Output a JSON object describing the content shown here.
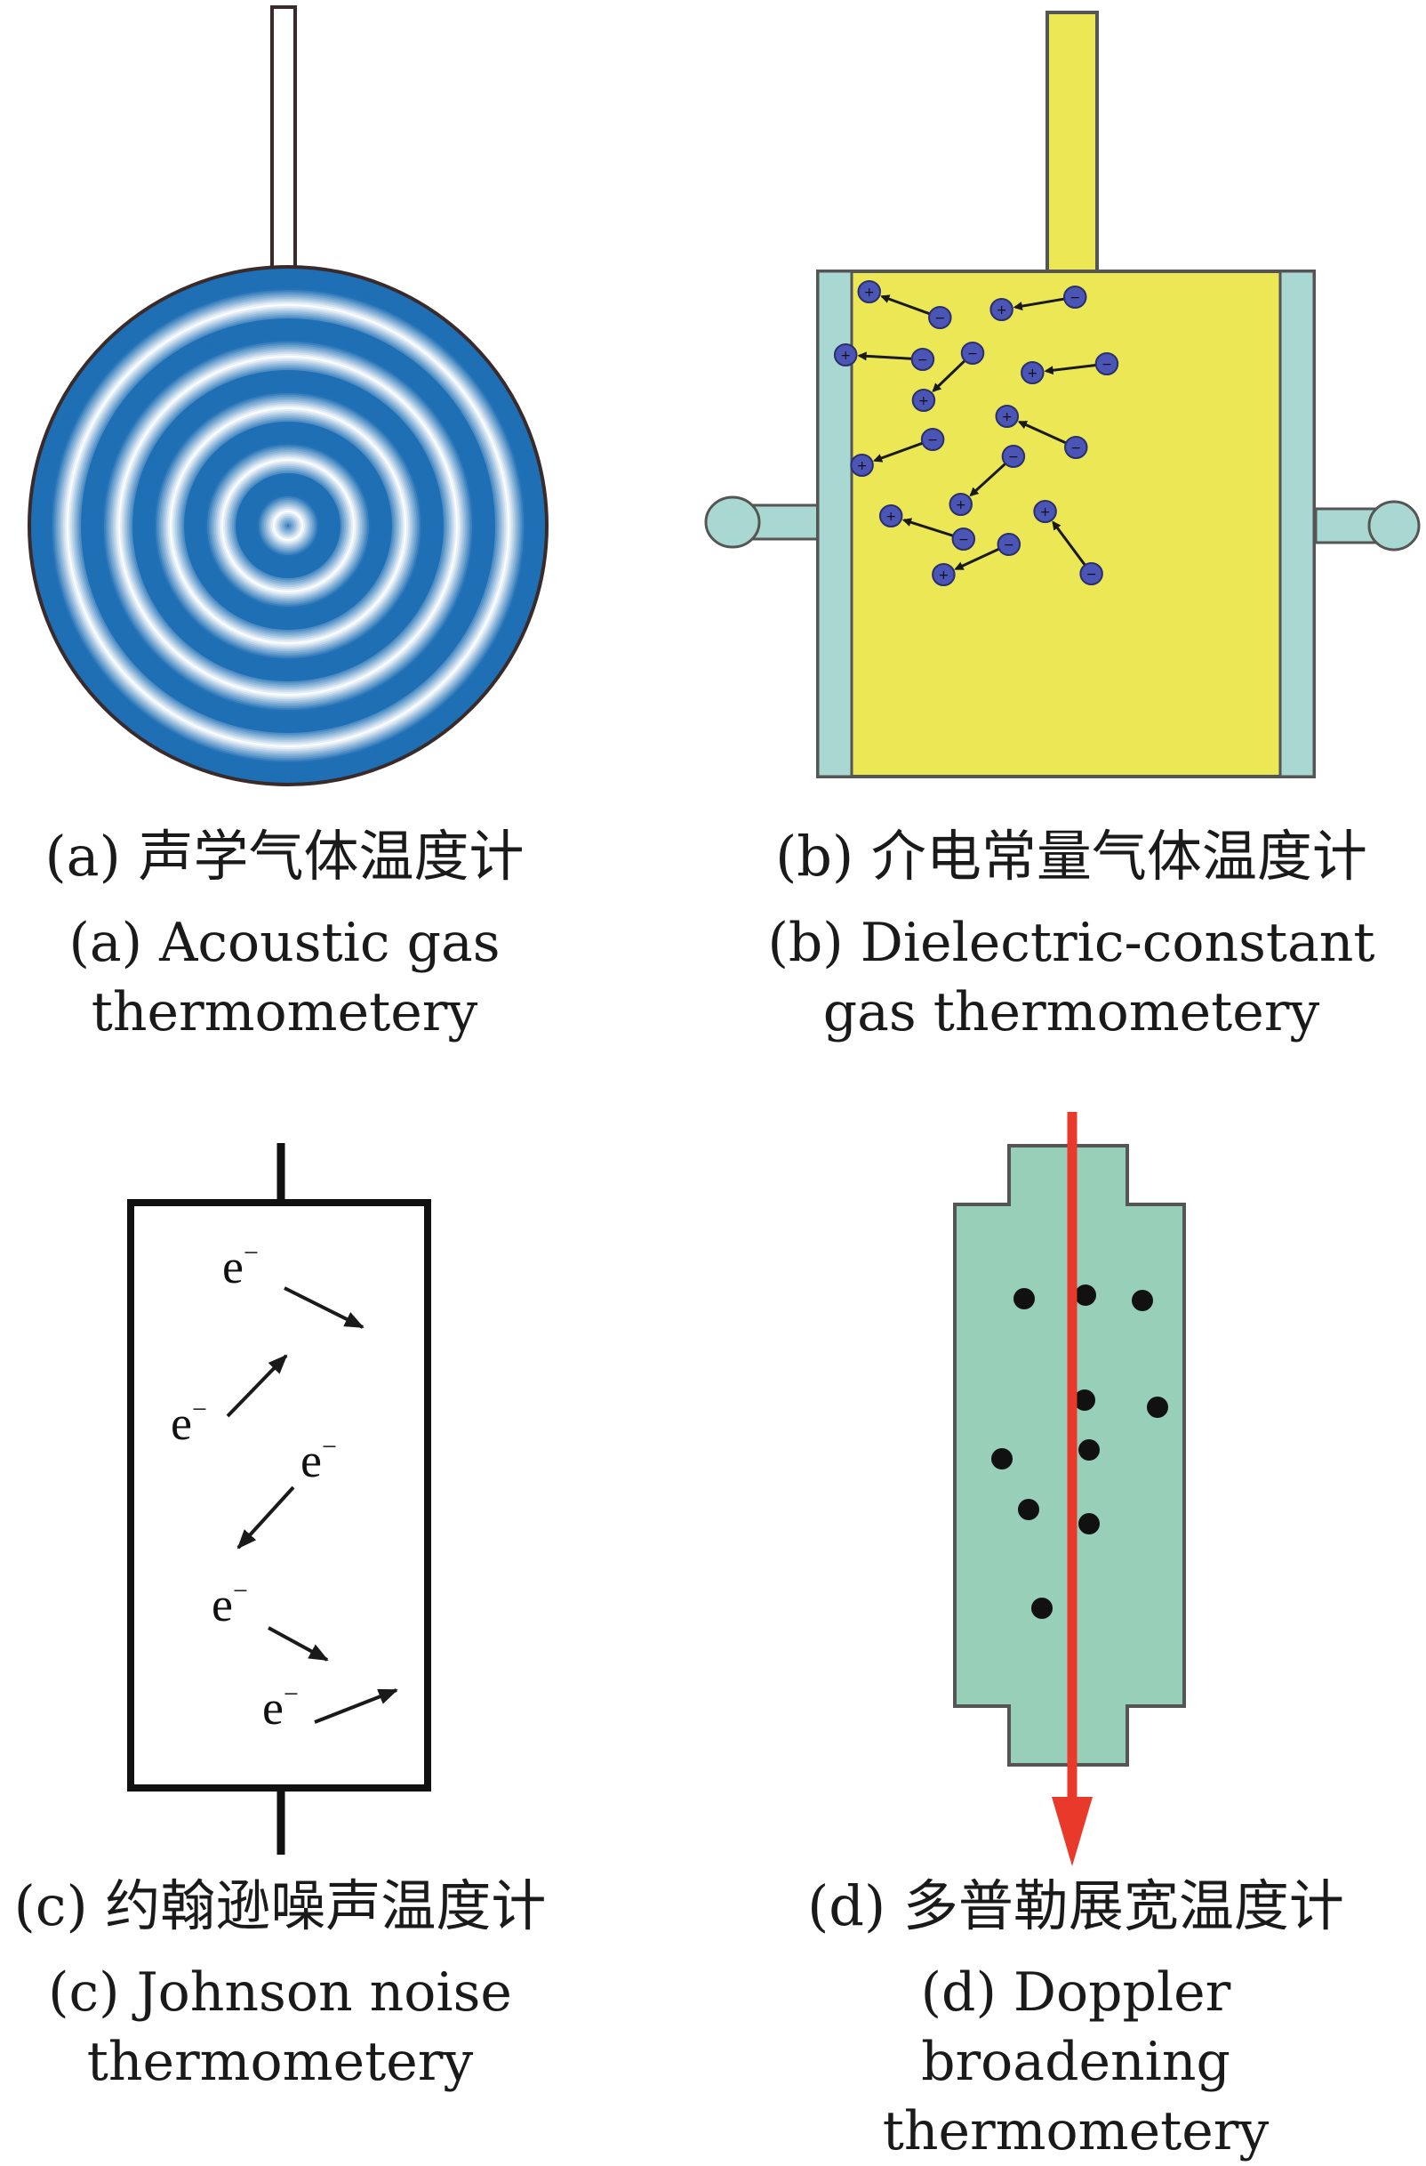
{
  "panels": [
    {
      "id": "a",
      "caption_zh": "(a) 声学气体温度计",
      "caption_en_line1": "(a) Acoustic gas",
      "caption_en_line2": "thermometery",
      "colors": {
        "ring_dark": "#1f6fb5",
        "ring_light": "#ffffff",
        "outline": "#3a2a2a"
      }
    },
    {
      "id": "b",
      "caption_zh": "(b) 介电常量气体温度计",
      "caption_en_line1": "(b) Dielectric-constant",
      "caption_en_line2": "gas thermometery",
      "colors": {
        "gas": "#ece855",
        "electrode": "#a9d8d3",
        "molecule": "#4b55b5"
      },
      "molecule_signs": {
        "positive": "+",
        "negative": "−"
      }
    },
    {
      "id": "c",
      "caption_zh": "(c) 约翰逊噪声温度计",
      "caption_en_line1": "(c) Johnson noise",
      "caption_en_line2": "thermometery",
      "electron_label": "e",
      "electron_charge": "−"
    },
    {
      "id": "d",
      "caption_zh": "(d) 多普勒展宽温度计",
      "caption_en_line1": "(d) Doppler broadening",
      "caption_en_line2": "thermometery",
      "colors": {
        "cell": "#98cfb9",
        "beam": "#e8392b",
        "atom": "#111111"
      }
    }
  ]
}
